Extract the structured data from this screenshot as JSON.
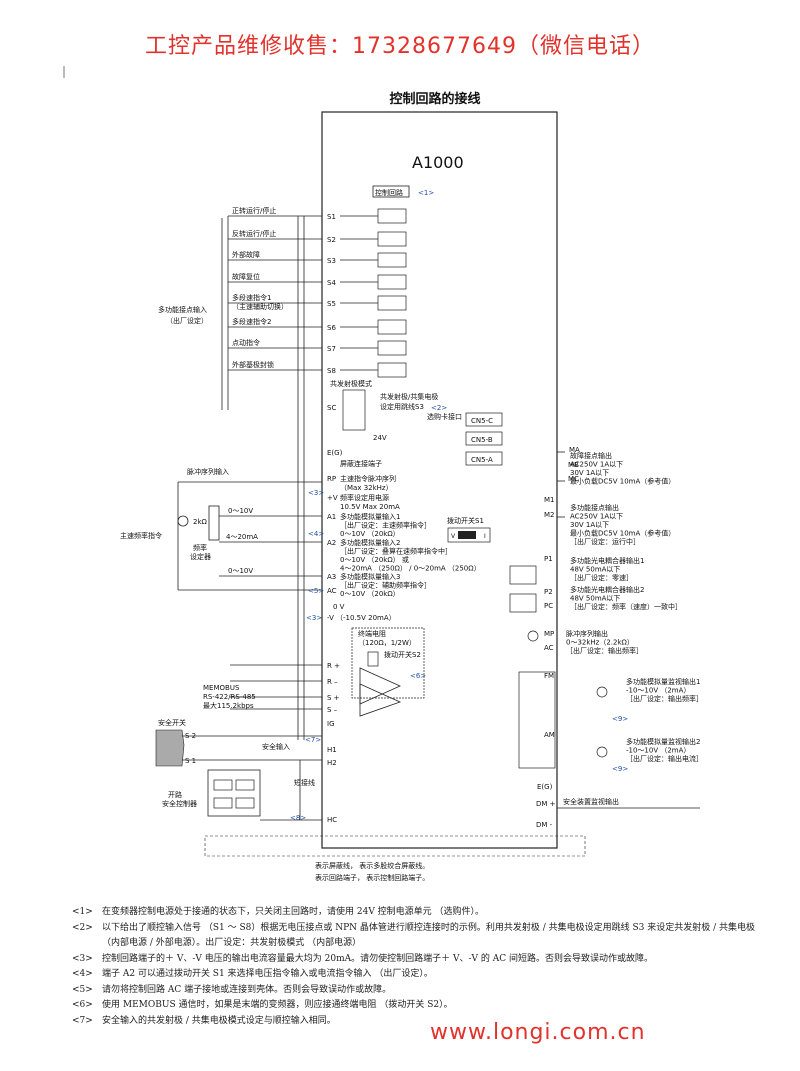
{
  "header_text": "工控产品维修收售：17328677649（微信电话）",
  "diagram_title": "控制回路的接线",
  "model": "A1000",
  "control_circuit_label": "控制回路",
  "ref_marks": {
    "r1": "<1>",
    "r2": "<2>",
    "r3a": "<3>",
    "r4": "<4>",
    "r5": "<5>",
    "r3b": "<3>",
    "r6": "<6>",
    "r7": "<7>",
    "r8": "<8>",
    "r9a": "<9>",
    "r9b": "<9>"
  },
  "inputs": [
    {
      "label": "正转运行/停止",
      "term": "S1"
    },
    {
      "label": "反转运行/停止",
      "term": "S2"
    },
    {
      "label": "外部故障",
      "term": "S3"
    },
    {
      "label": "故障复位",
      "term": "S4"
    },
    {
      "label": "多段速指令1",
      "sub": "（主速辅助切换）",
      "term": "S5"
    },
    {
      "label": "多段速指令2",
      "term": "S6"
    },
    {
      "label": "点动指令",
      "term": "S7"
    },
    {
      "label": "外部基极封锁",
      "term": "S8"
    }
  ],
  "multi_input_label": "多功能接点输入",
  "multi_input_sub": "（出厂设定）",
  "sink_mode": "共发射极模式",
  "sc_term": "SC",
  "jumper_label1": "共发射极/共集电极",
  "jumper_label2": "设定用跳线S3",
  "option_port": "选购卡接口",
  "cn5": [
    "CN5-C",
    "CN5-B",
    "CN5-A"
  ],
  "v24": "24V",
  "shield_term": "E(G)",
  "shield_label": "屏蔽连接端子",
  "pulse_input_label": "脉冲序列输入",
  "rp_term": "RP",
  "rp_desc1": "主速指令脉冲序列",
  "rp_desc2": "（Max 32kHz）",
  "pv_term": "+V",
  "pv_desc1": "频率设定用电源",
  "pv_desc2": "10.5V  Max 20mA",
  "main_freq": "主速频率指令",
  "pot": "2kΩ",
  "freq_setter1": "频率",
  "freq_setter2": "设定器",
  "v_range1": "0～10V",
  "ma_range": "4～20mA",
  "v_range2": "0～10V",
  "a1_term": "A1",
  "a1_desc": [
    "多功能模拟量输入1",
    "［出厂设定：主速频率指令］",
    "0～10V （20kΩ）"
  ],
  "a2_term": "A2",
  "a2_desc": [
    "多功能模拟量输入2",
    "［出厂设定：叠算在速频率指令中］",
    "0～10V （20kΩ） 或",
    "4～20mA （250Ω） / 0～20mA （250Ω）"
  ],
  "a3_term": "A3",
  "a3_desc": [
    "多功能模拟量输入3",
    "［出厂设定：辅助频率指令］",
    "0～10V （20kΩ）"
  ],
  "ac_term": "AC",
  "zero_v": "0 V",
  "nv_term": "-V",
  "nv_desc": "（-10.5V 20mA）",
  "dip_s1": "拨动开关S1",
  "dip_v": "V",
  "dip_i": "I",
  "term_res": "终端电阻",
  "term_res_val": "（120Ω，1/2W）",
  "dip_s2": "拨动开关S2",
  "rs_terms": [
    "R +",
    "R –",
    "S +",
    "S –"
  ],
  "memobus": [
    "MEMOBUS",
    "RS-422/RS-485",
    "最大115.2kbps"
  ],
  "ig_term": "IG",
  "safety_switch": "安全开关",
  "safety_input": "安全输入",
  "s2_label": "S 2",
  "s1_label": "S 1",
  "open_label": "开路",
  "safety_ctrl": "安全控制器",
  "h1_term": "H1",
  "h2_term": "H2",
  "hc_term": "HC",
  "short_wire": "短接线",
  "fault_out": [
    "故障接点输出",
    "AC250V  1A以下",
    "30V  1A以下",
    "最小负载DC5V 10mA（参考值）"
  ],
  "ma_terms": [
    "MA",
    "MB",
    "MC"
  ],
  "m_terms": [
    "M1",
    "M2"
  ],
  "multi_out": [
    "多功能接点输出",
    "AC250V  1A以下",
    "30V  1A以下",
    "最小负载DC5V 10mA（参考值）",
    "［出厂设定：运行中］"
  ],
  "p1_term": "P1",
  "p1_desc": [
    "多功能光电耦合器输出1",
    "48V  50mA以下",
    "［出厂设定：零速］"
  ],
  "p2_terms": [
    "P2",
    "PC"
  ],
  "p2_desc": [
    "多功能光电耦合器输出2",
    "48V  50mA以下",
    "［出厂设定：频率（速度）一致中］"
  ],
  "mp_term": "MP",
  "mp_desc": [
    "脉冲序列输出",
    "0～32kHz（2.2kΩ）",
    "［出厂设定：输出频率］"
  ],
  "ac_term2": "AC",
  "fm_term": "FM",
  "fm_desc": [
    "多功能模拟量监视输出1",
    "-10～10V （2mA）",
    "［出厂设定：输出频率］"
  ],
  "am_term": "AM",
  "am_desc": [
    "多功能模拟量监视输出2",
    "-10～10V （2mA）",
    "［出厂设定：输出电流］"
  ],
  "e_term2": "E(G)",
  "dm_terms": [
    "DM +",
    "DM -"
  ],
  "safety_mon": "安全装置监视输出",
  "legend1": "表示屏蔽线， 表示多股绞合屏蔽线。",
  "legend2": "表示回路端子， 表示控制回路端子。",
  "notes": [
    {
      "no": "<1>",
      "text": "在变频器控制电源处于接通的状态下，只关闭主回路时，请使用 24V 控制电源单元 （选购件）。"
    },
    {
      "no": "<2>",
      "text": "以下给出了顺控输入信号 （S1 ～ S8）根据无电压接点或 NPN 晶体管进行顺控连接时的示例。利用共发射极 / 共集电极设定用跳线 S3 来设定共发射极 / 共集电极 （内部电源 / 外部电源）。出厂设定：共发射极模式 （内部电源）"
    },
    {
      "no": "<3>",
      "text": "控制回路端子的＋ V、-V 电压的输出电流容量最大均为 20mA。请勿使控制回路端子＋ V、-V 的 AC 间短路。否则会导致误动作或故障。"
    },
    {
      "no": "<4>",
      "text": "端子 A2 可以通过拨动开关 S1 来选择电压指令输入或电流指令输入 （出厂设定）。"
    },
    {
      "no": "<5>",
      "text": "请勿将控制回路 AC 端子接地或连接到壳体。否则会导致误动作或故障。"
    },
    {
      "no": "<6>",
      "text": "使用 MEMOBUS 通信时，如果是末端的变频器，则应接通终端电阻 （拨动开关 S2）。"
    },
    {
      "no": "<7>",
      "text": "安全输入的共发射极 / 共集电极模式设定与顺控输入相同。"
    }
  ],
  "footer_text": "www.longi.com.cn"
}
